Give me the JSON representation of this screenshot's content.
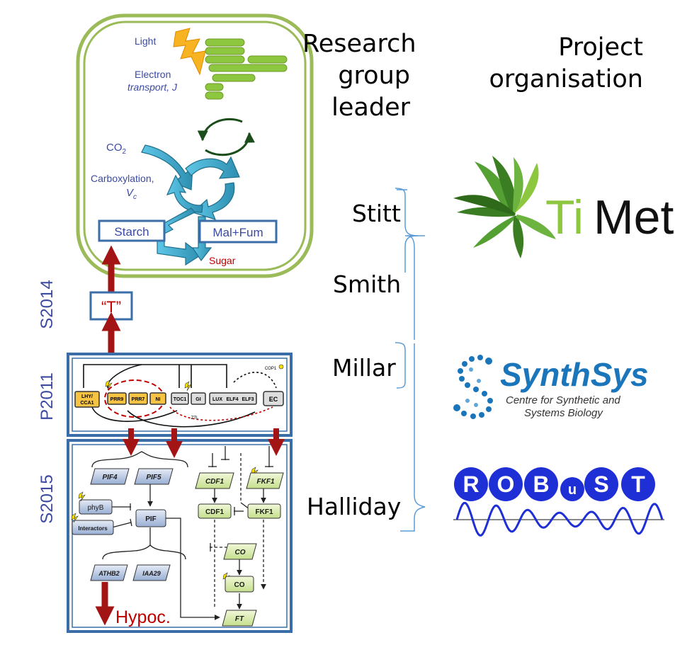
{
  "headers": {
    "research_group_leader": [
      "Research",
      "group",
      "leader"
    ],
    "project_organisation": [
      "Project",
      "organisation"
    ]
  },
  "leaders": [
    "Stitt",
    "Smith",
    "Millar",
    "Halliday"
  ],
  "model_labels": {
    "s2014": "S2014",
    "p2011": "P2011",
    "s2015": "S2015",
    "t_box": "“T”"
  },
  "carbon_model": {
    "light": "Light",
    "electron_transport": "Electron",
    "electron_transport_2": "transport, J",
    "co2": "CO",
    "co2_sub": "2",
    "carboxylation": "Carboxylation,",
    "vc": "V",
    "vc_sub": "c",
    "starch": "Starch",
    "malfum": "Mal+Fum",
    "sugar": "Sugar"
  },
  "clock_model": {
    "lhy": "LHY/",
    "cca1": "CCA1",
    "prr9": "PRR9",
    "prr7": "PRR7",
    "ni": "NI",
    "toc1": "TOC1",
    "gi": "GI",
    "lux": "LUX",
    "elf4": "ELF4",
    "elf3": "ELF3",
    "ec": "EC",
    "cop1": "COP1",
    "ztl": "ZTL"
  },
  "output_model": {
    "pif4": "PIF4",
    "pif5": "PIF5",
    "phyb": "phyB",
    "interactors": "Interactors",
    "pif": "PIF",
    "athb2": "ATHB2",
    "iaa29": "IAA29",
    "hypoc": "Hypoc.",
    "cdf1_a": "CDF1",
    "fkf1_a": "FKF1",
    "cdf1_b": "CDF1",
    "fkf1_b": "FKF1",
    "co_a": "CO",
    "co_b": "CO",
    "ft": "FT"
  },
  "projects": {
    "timet_ti": "Ti",
    "timet_met": "Met",
    "synthsys": "SynthSys",
    "synthsys_sub1": "Centre for Synthetic and",
    "synthsys_sub2": "Systems Biology",
    "robust_letters": [
      "R",
      "O",
      "B",
      "u",
      "S",
      "T"
    ]
  },
  "colors": {
    "cell_green": "#9bbb59",
    "navy": "#3b4aa0",
    "arrow_red": "#a31515",
    "teal": "#4bacc6",
    "bracket_blue": "#5b9bd5",
    "timet_green": "#8dc63f",
    "synthsys_blue": "#1b75bb",
    "robust_blue": "#1f2fd6"
  }
}
